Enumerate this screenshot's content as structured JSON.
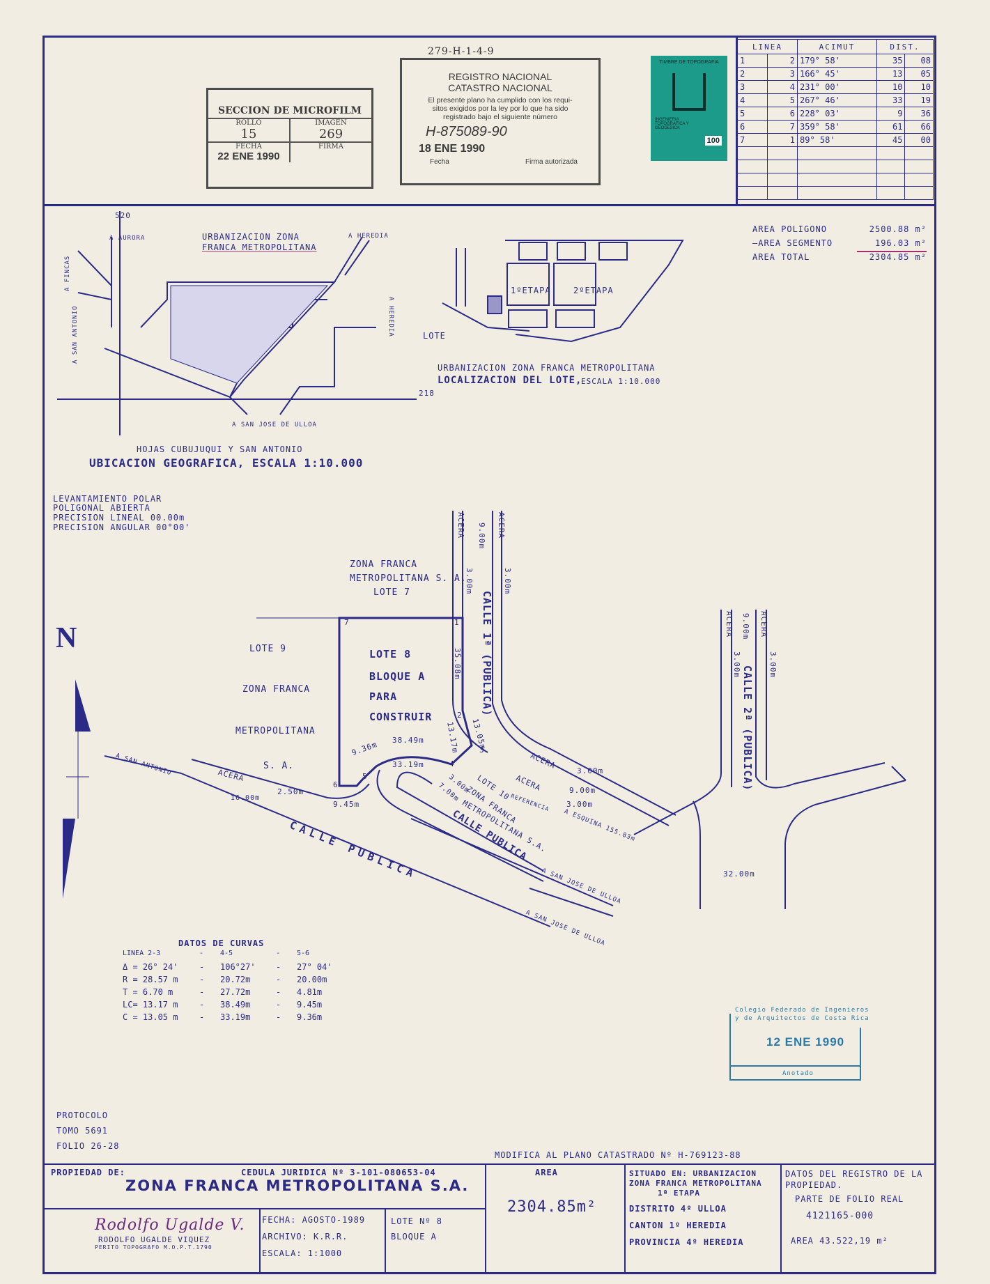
{
  "header_code": "279-H-1-4-9",
  "microfilm": {
    "title": "SECCION DE MICROFILM",
    "rollo_label": "ROLLO",
    "rollo": "15",
    "imagen_label": "IMAGEN",
    "imagen": "269",
    "fecha_label": "FECHA",
    "fecha": "22 ENE 1990",
    "firma_label": "FIRMA"
  },
  "registro": {
    "line1": "REGISTRO NACIONAL",
    "line2": "CATASTRO NACIONAL",
    "body": [
      "El presente plano ha cumplido con los requi-",
      "sitos exigidos por la ley por lo que ha sido",
      "registrado bajo el siguiente número"
    ],
    "number": "H-875089-90",
    "date": "18 ENE 1990",
    "fecha_label": "Fecha",
    "firma_label": "Firma autorizada"
  },
  "timbre": {
    "label": "TIMBRE DE TOPOGRAFIA",
    "value": "100",
    "sub": "INGENIERIA TOPOGRAFICA Y GEODESICA"
  },
  "azimut_table": {
    "headers": [
      "LINEA",
      "ACIMUT",
      "DIST."
    ],
    "rows": [
      [
        "1",
        "2",
        "179° 58'",
        "35",
        "08"
      ],
      [
        "2",
        "3",
        "166° 45'",
        "13",
        "05"
      ],
      [
        "3",
        "4",
        "231° 00'",
        "10",
        "10"
      ],
      [
        "4",
        "5",
        "267° 46'",
        "33",
        "19"
      ],
      [
        "5",
        "6",
        "228° 03'",
        "9",
        "36"
      ],
      [
        "6",
        "7",
        "359° 58'",
        "61",
        "66"
      ],
      [
        "7",
        "1",
        "89° 58'",
        "45",
        "00"
      ]
    ]
  },
  "areas": [
    {
      "label": "AREA POLIGONO",
      "value": "2500.88 m²"
    },
    {
      "label": "—AREA SEGMENTO",
      "value": "196.03 m²"
    },
    {
      "label": "AREA TOTAL",
      "value": "2304.85 m²"
    }
  ],
  "ubicacion": {
    "sheets": "HOJAS CUBUJUQUI Y SAN ANTONIO",
    "title": "UBICACION GEOGRAFICA, ESCALA 1:10.000",
    "urbanizacion": [
      "URBANIZACION ZONA",
      "FRANCA METROPOLITANA"
    ],
    "labels": {
      "aurora": "A AURORA",
      "heredia1": "A HEREDIA",
      "heredia2": "A HEREDIA",
      "fincas": "A FINCAS",
      "san_antonio": "A SAN ANTONIO",
      "san_jose": "A SAN JOSE DE ULLOA",
      "c520": "520",
      "c218": "218"
    }
  },
  "localizacion": {
    "line1": "URBANIZACION ZONA FRANCA METROPOLITANA",
    "line2": "LOCALIZACION DEL LOTE,",
    "scale": "ESCALA 1:10.000",
    "lote": "LOTE",
    "etapa1": "1ºETAPA",
    "etapa2": "2ºETAPA"
  },
  "levantamiento": [
    "LEVANTAMIENTO POLAR",
    "POLIGONAL ABIERTA",
    "PRECISION LINEAL 00.00m",
    "PRECISION ANGULAR 00°00'"
  ],
  "plan": {
    "north": "N",
    "zf_lote7": [
      "ZONA FRANCA",
      "METROPOLITANA S. A.",
      "LOTE 7"
    ],
    "lote9": "LOTE 9",
    "zf_left": [
      "ZONA FRANCA",
      "METROPOLITANA",
      "S. A."
    ],
    "lote8": [
      "LOTE 8",
      "BLOQUE A",
      "PARA",
      "CONSTRUIR"
    ],
    "calle1": "CALLE 1ª (PUBLICA)",
    "calle2": "CALLE 2ª (PUBLICA)",
    "calle_publica_main": "CALLE PUBLICA",
    "calle_publica_small": "CALLE PUBLICA",
    "lote10": [
      "LOTE 10",
      "ZONA FRANCA",
      "METROPOLITANA S.A."
    ],
    "acera": "ACERA",
    "dims": {
      "d900": "9.00m",
      "d300": "3.00m",
      "d3508": "35.08m",
      "d1317": "13.17m",
      "d1305": "13.05m",
      "d3849": "38.49m",
      "d3319": "33.19m",
      "d936": "9.36m",
      "d945": "9.45m",
      "d250": "2.50m",
      "d1600": "16.00m",
      "d700": "7.00m",
      "d3200": "32.00m",
      "referencia": "REFERENCIA",
      "esquina": "A ESQUINA 155.83m",
      "a_san_antonio": "A SAN ANTONIO",
      "a_san_jose": "A SAN JOSE DE ULLOA"
    },
    "points": [
      "1",
      "2",
      "3",
      "4",
      "5",
      "6",
      "7"
    ]
  },
  "curvas": {
    "title": "DATOS DE CURVAS",
    "header": [
      "LINEA 2-3",
      "-",
      "4-5",
      "-",
      "5-6"
    ],
    "rows": [
      [
        "Δ = 26° 24'",
        "-",
        "106°27'",
        "-",
        "27° 04'"
      ],
      [
        "R = 28.57 m",
        "-",
        "20.72m",
        "-",
        "20.00m"
      ],
      [
        "T =  6.70 m",
        "-",
        "27.72m",
        "-",
        "4.81m"
      ],
      [
        "LC= 13.17 m",
        "-",
        "38.49m",
        "-",
        "9.45m"
      ],
      [
        "C = 13.05 m",
        "-",
        "33.19m",
        "-",
        "9.36m"
      ]
    ]
  },
  "colegio": {
    "line1": "Colegio Federado de Ingenieros",
    "line2": "y de Arquitectos de Costa Rica",
    "date": "12 ENE 1990",
    "foot": "Anotado"
  },
  "protocolo": [
    "PROTOCOLO",
    "TOMO  5691",
    "FOLIO  26-28"
  ],
  "modifica": "MODIFICA AL PLANO CATASTRADO Nº H-769123-88",
  "titleblock": {
    "propiedad_label": "PROPIEDAD DE:",
    "cedula": "CEDULA JURIDICA Nº 3-101-080653-04",
    "owner": "ZONA FRANCA METROPOLITANA S.A.",
    "perito": "RODOLFO UGALDE VIQUEZ",
    "perito_sub": "PERITO TOPOGRAFO M.O.P.T.1790",
    "fecha": "FECHA: AGOSTO-1989",
    "archivo": "ARCHIVO: K.R.R.",
    "escala": "ESCALA: 1:1000",
    "lote": "LOTE Nº 8",
    "bloque": "BLOQUE A",
    "area_label": "AREA",
    "area": "2304.85m²",
    "situado": [
      "SITUADO EN: URBANIZACION",
      "ZONA FRANCA METROPOLITANA",
      "1ª ETAPA"
    ],
    "distrito": "DISTRITO  4º ULLOA",
    "canton": "CANTON   1º HEREDIA",
    "provincia": "PROVINCIA 4º HEREDIA",
    "datos": [
      "DATOS DEL REGISTRO DE LA",
      "PROPIEDAD."
    ],
    "folio_label": "PARTE DE FOLIO REAL",
    "folio": "4121165-000",
    "area_folio": "AREA 43.522,19 m²"
  }
}
